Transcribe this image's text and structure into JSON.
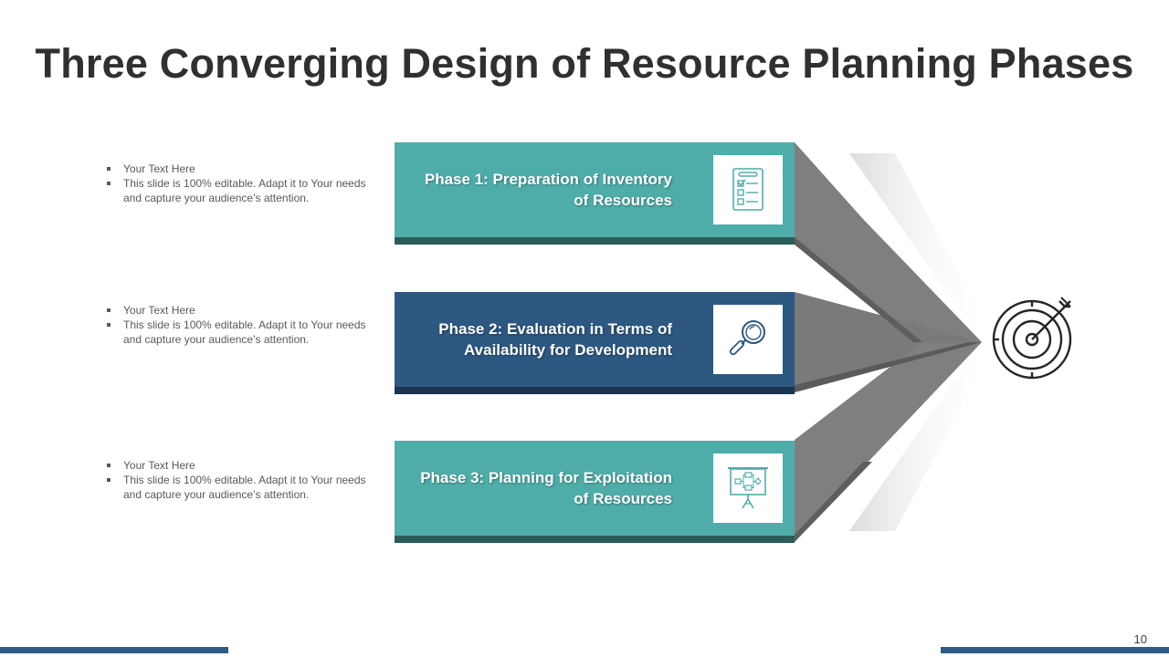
{
  "title": "Three Converging Design of Resource Planning Phases",
  "descriptions": [
    {
      "heading": "Your Text Here",
      "body": "This slide is 100% editable. Adapt it to Your needs and capture your audience’s attention."
    },
    {
      "heading": "Your Text Here",
      "body": "This slide is 100% editable. Adapt it to Your needs and capture your audience’s attention."
    },
    {
      "heading": "Your Text Here",
      "body": "This slide is 100% editable. Adapt it to Your needs and capture your audience’s attention."
    }
  ],
  "phases": [
    {
      "label": "Phase 1: Preparation of Inventory of Resources",
      "icon": "checklist-icon"
    },
    {
      "label": "Phase 2: Evaluation in Terms of Availability for Development",
      "icon": "magnifier-icon"
    },
    {
      "label": "Phase 3: Planning for Exploitation of Resources",
      "icon": "flowchart-board-icon"
    }
  ],
  "goal_icon": "target-arrow-icon",
  "page_number": "10",
  "colors": {
    "teal": "#4fada9",
    "teal_dark": "#2a5c5a",
    "navy": "#2c5882",
    "navy_dark": "#1b3550",
    "arrow_gray": "#7f7f7f",
    "accent_bar": "#2e5a86"
  }
}
